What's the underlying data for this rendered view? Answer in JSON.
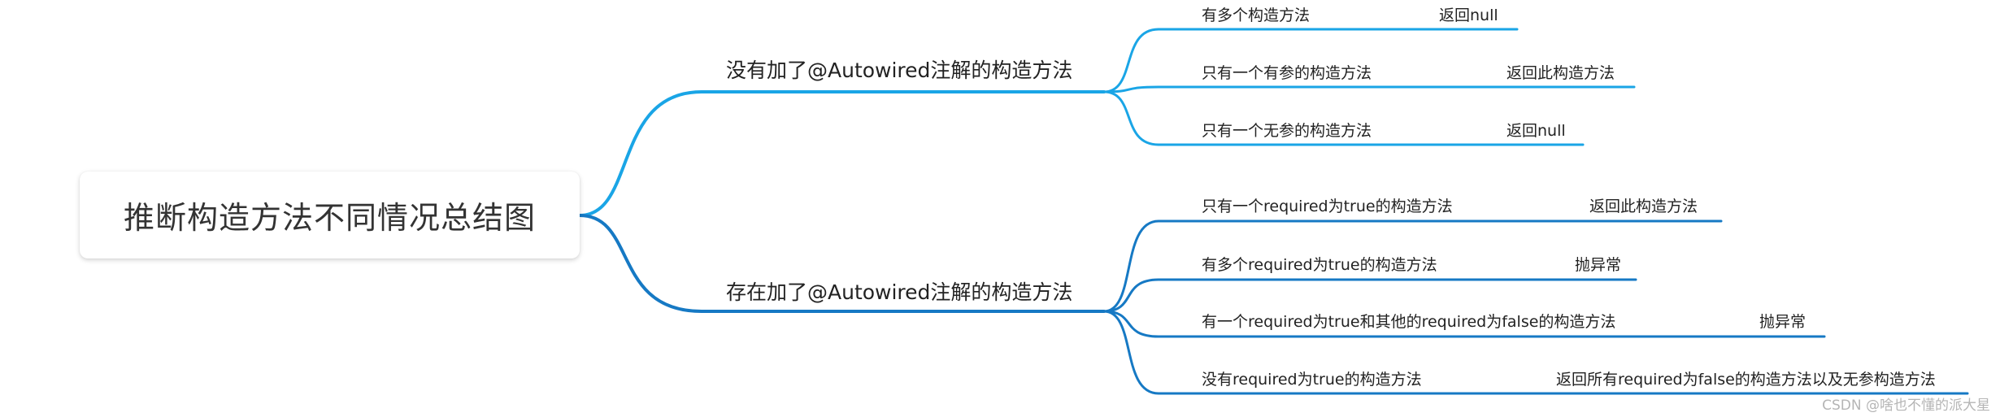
{
  "colors": {
    "upper_line": "#1aa5e6",
    "lower_line": "#1679c4"
  },
  "root": {
    "title": "推断构造方法不同情况总结图"
  },
  "branches": [
    {
      "label": "没有加了@Autowired注解的构造方法",
      "children": [
        {
          "condition": "有多个构造方法",
          "result": "返回null"
        },
        {
          "condition": "只有一个有参的构造方法",
          "result": "返回此构造方法"
        },
        {
          "condition": "只有一个无参的构造方法",
          "result": "返回null"
        }
      ]
    },
    {
      "label": "存在加了@Autowired注解的构造方法",
      "children": [
        {
          "condition": "只有一个required为true的构造方法",
          "result": "返回此构造方法"
        },
        {
          "condition": "有多个required为true的构造方法",
          "result": "抛异常"
        },
        {
          "condition": "有一个required为true和其他的required为false的构造方法",
          "result": "抛异常"
        },
        {
          "condition": "没有required为true的构造方法",
          "result": "返回所有required为false的构造方法以及无参构造方法"
        }
      ]
    }
  ],
  "watermark": "CSDN @啥也不懂的派大星"
}
